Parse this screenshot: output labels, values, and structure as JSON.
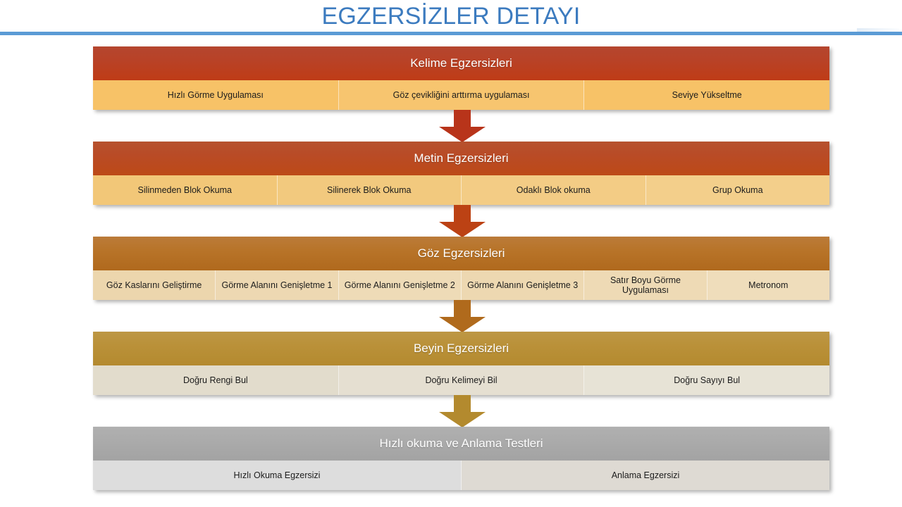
{
  "page": {
    "title": "EGZERSİZLER DETAYI",
    "title_color": "#3c7bbf",
    "rule_color": "#5b9bd5",
    "background": "#ffffff"
  },
  "diagram": {
    "type": "process-flow",
    "orientation": "vertical-top-to-bottom",
    "blocks": [
      {
        "id": "kelime",
        "header": "Kelime Egzersizleri",
        "header_color_top": "#b5462f",
        "header_color_bottom": "#bf3c16",
        "row_color": "#f7c267",
        "items": [
          "Hızlı Görme Uygulaması",
          "Göz çevikliğini arttırma uygulaması",
          "Seviye Yükseltme"
        ]
      },
      {
        "id": "metin",
        "header": "Metin Egzersizleri",
        "header_color_top": "#b6522f",
        "header_color_bottom": "#bd4a17",
        "row_color": "#f2c778",
        "items": [
          "Silinmeden Blok Okuma",
          "Silinerek Blok Okuma",
          "Odaklı Blok okuma",
          "Grup Okuma"
        ]
      },
      {
        "id": "goz",
        "header": "Göz Egzersizleri",
        "header_color_top": "#bb7b39",
        "header_color_bottom": "#b0691d",
        "row_color": "#ecd6ad",
        "items": [
          "Göz Kaslarını Geliştirme",
          "Görme Alanını Genişletme 1",
          "Görme Alanını Genişletme 2",
          "Görme Alanını Genişletme 3",
          "Satır Boyu Görme Uygulaması",
          "Metronom"
        ]
      },
      {
        "id": "beyin",
        "header": "Beyin Egzersizleri",
        "header_color_top": "#bd9745",
        "header_color_bottom": "#b48a2f",
        "row_color": "#e2dccc",
        "items": [
          "Doğru Rengi Bul",
          "Doğru Kelimeyi Bil",
          "Doğru Sayıyı Bul"
        ]
      },
      {
        "id": "testler",
        "header": "Hızlı okuma ve Anlama Testleri",
        "header_color_top": "#b0b0b0",
        "header_color_bottom": "#a3a3a3",
        "row_color": "#dddddd",
        "items": [
          "Hızlı Okuma Egzersizi",
          "Anlama Egzersizi"
        ]
      }
    ],
    "connectors": [
      {
        "icon": "down-arrow-icon",
        "color": "#b8341a"
      },
      {
        "icon": "down-arrow-icon",
        "color": "#bc4214"
      },
      {
        "icon": "down-arrow-icon",
        "color": "#b06a1c"
      },
      {
        "icon": "down-arrow-icon",
        "color": "#b38a2e"
      }
    ]
  }
}
